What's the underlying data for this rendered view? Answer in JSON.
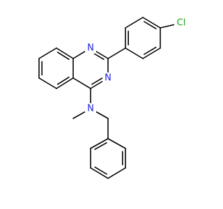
{
  "molecule": {
    "atoms": {
      "n1": {
        "symbol": "N",
        "color": "#1f1fe0"
      },
      "n3": {
        "symbol": "N",
        "color": "#1f1fe0"
      },
      "namine": {
        "symbol": "N",
        "color": "#1f1fe0"
      },
      "cl": {
        "symbol": "Cl",
        "color": "#1a9e1a"
      }
    }
  }
}
